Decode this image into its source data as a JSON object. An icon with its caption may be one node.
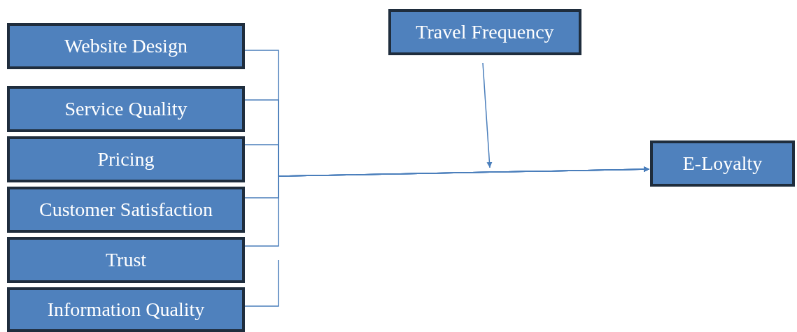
{
  "diagram": {
    "nodes": [
      {
        "text": [
          "Website Design"
        ]
      },
      {
        "text": [
          "Service Quality"
        ]
      },
      {
        "text": [
          "Pricing"
        ]
      },
      {
        "text": [
          "Customer Satisfaction"
        ]
      },
      {
        "text": [
          "Trust"
        ]
      },
      {
        "text": [
          "Information Quality"
        ]
      },
      {
        "text": [
          "Travel Frequency"
        ]
      },
      {
        "text": [
          "E-Loyalty"
        ]
      }
    ],
    "edges": [
      {
        "from": 0,
        "to": 7,
        "arrow": "to"
      },
      {
        "from": 1,
        "to": 7,
        "arrow": "to"
      },
      {
        "from": 2,
        "to": 7,
        "arrow": "to"
      },
      {
        "from": 3,
        "to": 7,
        "arrow": "to"
      },
      {
        "from": 4,
        "to": 7,
        "arrow": "to"
      },
      {
        "from": 5,
        "to": null,
        "arrow": "none"
      },
      {
        "from": 6,
        "to": null,
        "arrow": "to"
      }
    ]
  }
}
